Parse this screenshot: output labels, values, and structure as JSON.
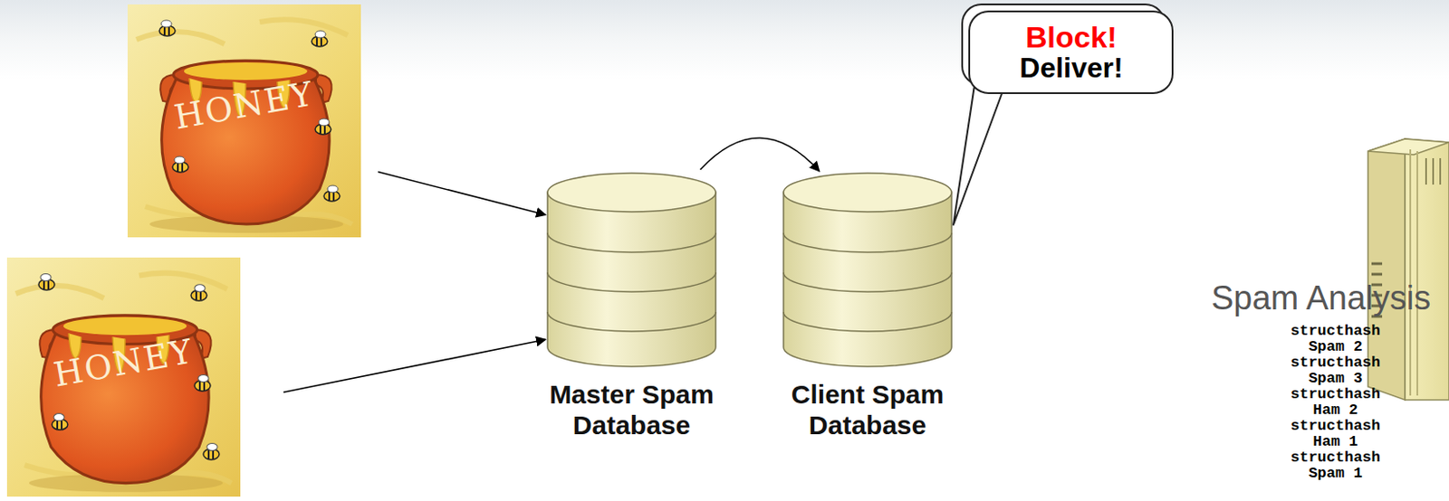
{
  "diagram": {
    "nodes": [
      {
        "text": [
          "HONEY"
        ]
      },
      {
        "text": [
          "HONEY"
        ]
      },
      {
        "text": [
          "Master Spam Database"
        ]
      },
      {
        "text": [
          "Client Spam Database"
        ]
      },
      {
        "text": [
          "Block!",
          "Deliver!"
        ]
      }
    ],
    "edges": [
      {
        "from": 0,
        "to": 2,
        "arrow": "to"
      },
      {
        "from": 1,
        "to": 2,
        "arrow": "to"
      },
      {
        "from": 2,
        "to": 3,
        "arrow": "to"
      },
      {
        "from": 3,
        "to": 4,
        "arrow": "none"
      }
    ],
    "labels": [
      "Spam Analysis",
      "structhash",
      "Spam 2",
      "structhash",
      "Spam 3",
      "structhash",
      "Ham 2",
      "structhash",
      "Ham 1",
      "structhash",
      "Spam 1"
    ]
  }
}
